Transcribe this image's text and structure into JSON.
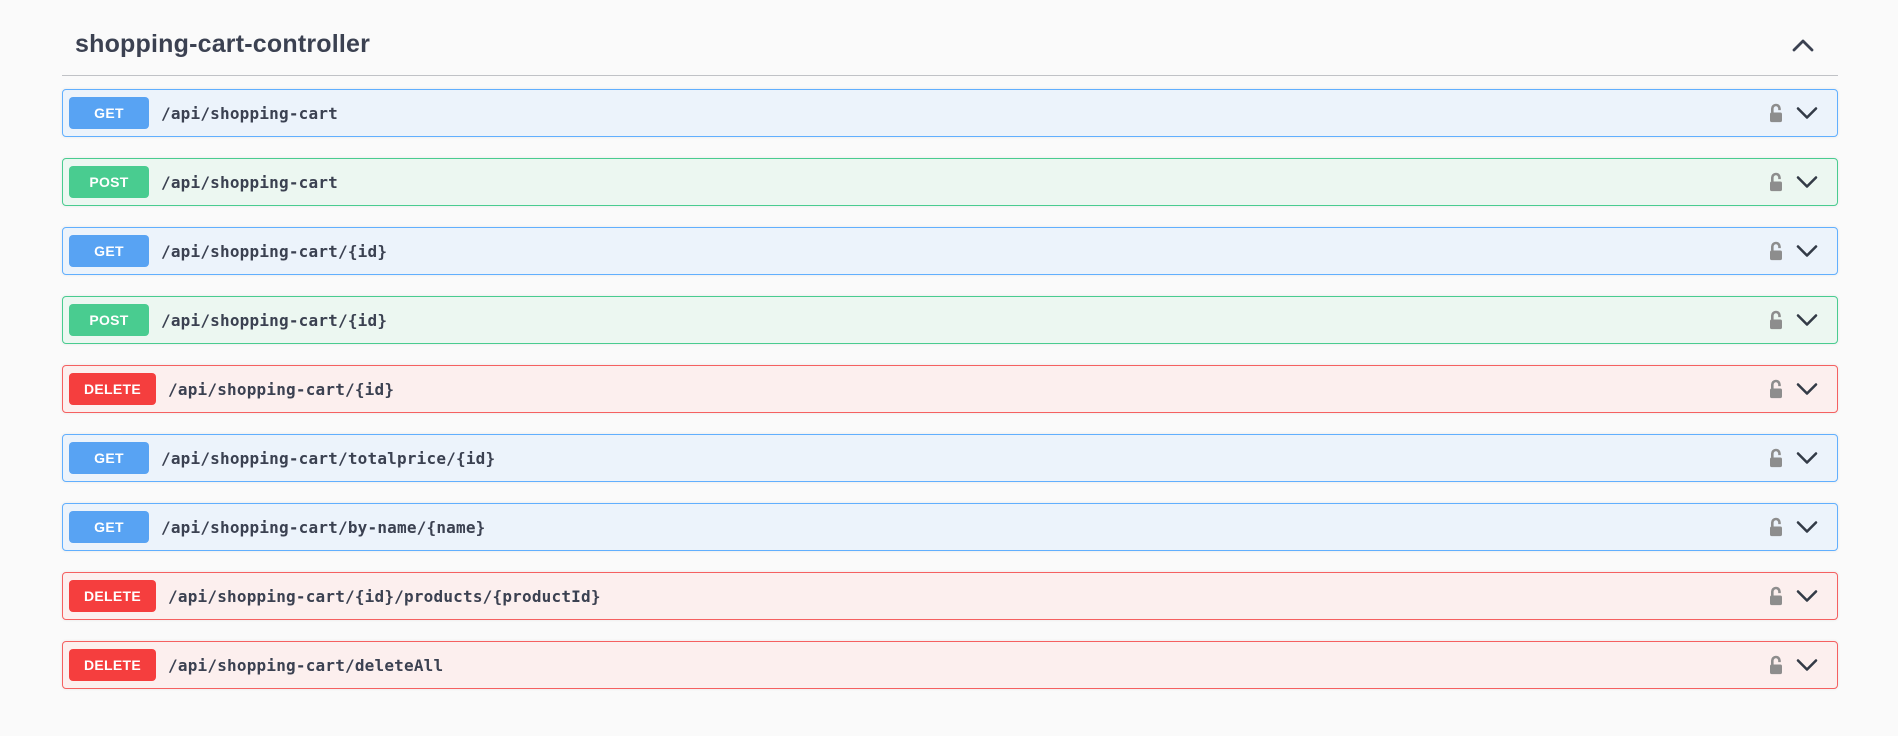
{
  "section": {
    "title": "shopping-cart-controller",
    "collapse_icon": "chevron-up-icon"
  },
  "endpoints": [
    {
      "method": "GET",
      "path": "/api/shopping-cart",
      "auth_icon": "unlock-icon",
      "expand_icon": "chevron-down-icon"
    },
    {
      "method": "POST",
      "path": "/api/shopping-cart",
      "auth_icon": "unlock-icon",
      "expand_icon": "chevron-down-icon"
    },
    {
      "method": "GET",
      "path": "/api/shopping-cart/{id}",
      "auth_icon": "unlock-icon",
      "expand_icon": "chevron-down-icon"
    },
    {
      "method": "POST",
      "path": "/api/shopping-cart/{id}",
      "auth_icon": "unlock-icon",
      "expand_icon": "chevron-down-icon"
    },
    {
      "method": "DELETE",
      "path": "/api/shopping-cart/{id}",
      "auth_icon": "unlock-icon",
      "expand_icon": "chevron-down-icon"
    },
    {
      "method": "GET",
      "path": "/api/shopping-cart/totalprice/{id}",
      "auth_icon": "unlock-icon",
      "expand_icon": "chevron-down-icon"
    },
    {
      "method": "GET",
      "path": "/api/shopping-cart/by-name/{name}",
      "auth_icon": "unlock-icon",
      "expand_icon": "chevron-down-icon"
    },
    {
      "method": "DELETE",
      "path": "/api/shopping-cart/{id}/products/{productId}",
      "auth_icon": "unlock-icon",
      "expand_icon": "chevron-down-icon"
    },
    {
      "method": "DELETE",
      "path": "/api/shopping-cart/deleteAll",
      "auth_icon": "unlock-icon",
      "expand_icon": "chevron-down-icon"
    }
  ],
  "method_colors": {
    "GET": {
      "badge": "#58a3f3",
      "border": "#61affe",
      "background": "#ecf3fb"
    },
    "POST": {
      "badge": "#49cc90",
      "border": "#49cc90",
      "background": "#ecf7f1"
    },
    "DELETE": {
      "badge": "#f53e3e",
      "border": "#f56060",
      "background": "#fcefee"
    }
  },
  "page": {
    "background": "#fafafa",
    "text_color": "#3b4151",
    "lock_icon_color": "#8d8d8d"
  }
}
